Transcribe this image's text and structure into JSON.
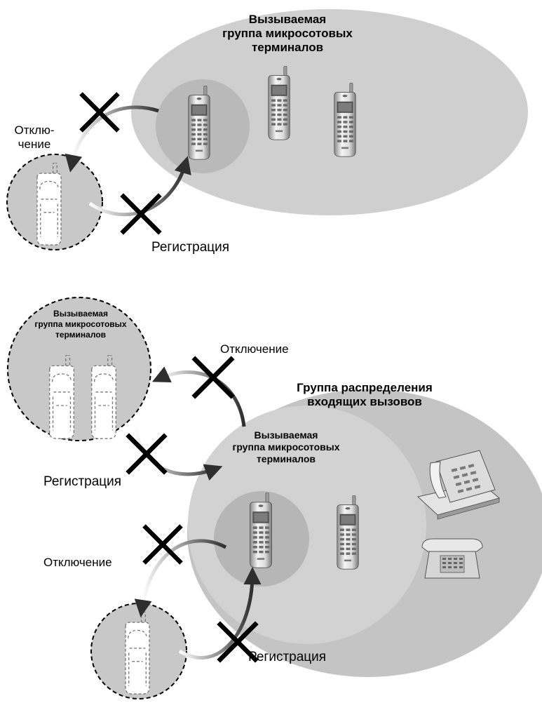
{
  "colors": {
    "outer_group_fill": "#cfcfcf",
    "inner_group_fill": "#b9b9b9",
    "dist_group_fill": "#c4c4c4",
    "called_group_fill": "#d2d2d2",
    "inner_core_fill": "#b6b6b6",
    "dashed_circle_fill": "#c8c8c8",
    "arrow_color": "#2e2e2e",
    "cross_color": "#000000"
  },
  "top_diagram": {
    "group_label": [
      "Вызываемая",
      "группа микросотовых",
      "терминалов"
    ],
    "disconnect_label": [
      "Отклю-",
      "чение"
    ],
    "register_label": "Регистрация"
  },
  "bottom_diagram": {
    "left_group_label": [
      "Вызываемая",
      "группа микросотовых",
      "терминалов"
    ],
    "disconnect_top_label": "Отключение",
    "dist_group_label": [
      "Группа распределения",
      "входящих вызовов"
    ],
    "called_group_label": [
      "Вызываемая",
      "группа микросотовых",
      "терминалов"
    ],
    "register_mid_label": "Регистрация",
    "disconnect_bottom_label": "Отключение",
    "register_bottom_label": "Регистрация"
  },
  "icons": [
    "cell-phone-icon",
    "desk-phone-icon",
    "analog-phone-icon",
    "cross-mark-icon",
    "arrow-icon"
  ]
}
